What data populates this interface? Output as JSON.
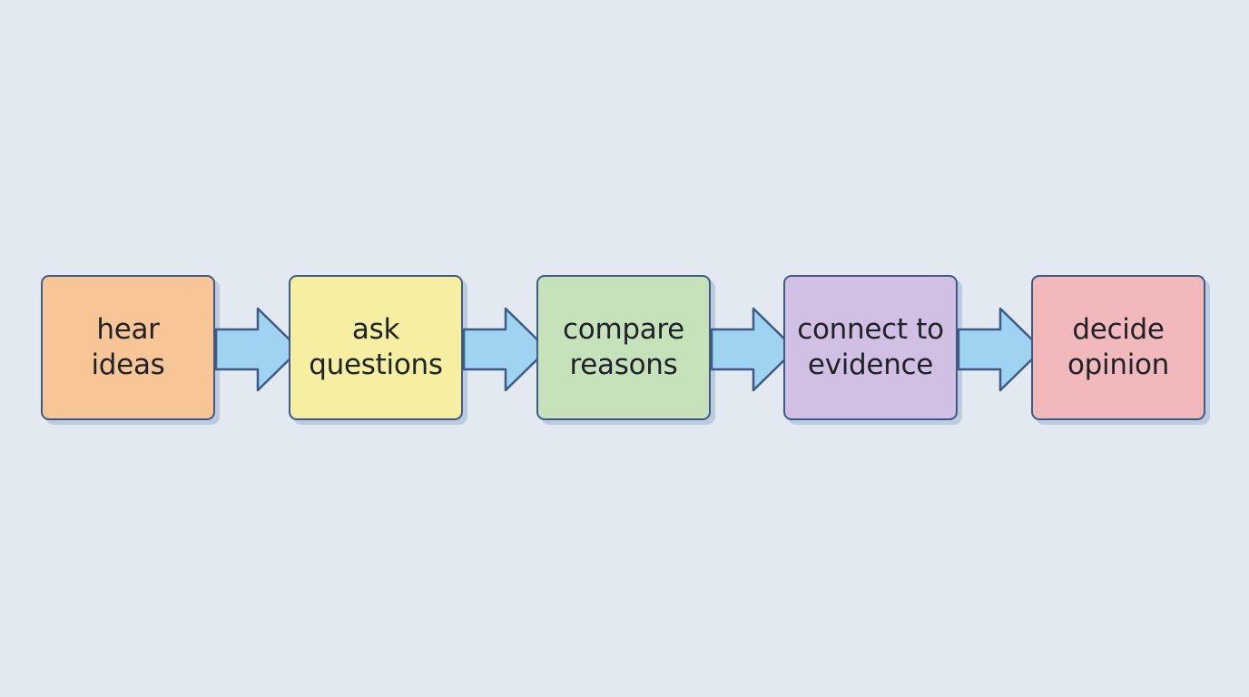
{
  "steps": [
    {
      "label": "hear\nideas",
      "color": "#f8c596"
    },
    {
      "label": "ask\nquestions",
      "color": "#f6eea0"
    },
    {
      "label": "compare\nreasons",
      "color": "#c6e2bb"
    },
    {
      "label": "connect to\nevidence",
      "color": "#d1bfe4"
    },
    {
      "label": "decide\nopinion",
      "color": "#f2b9bd"
    }
  ],
  "colors": {
    "background": "#e2e9f1",
    "border": "#3e5b85",
    "arrow_fill": "#9fd3f1",
    "arrow_stroke": "#3e5b85"
  }
}
